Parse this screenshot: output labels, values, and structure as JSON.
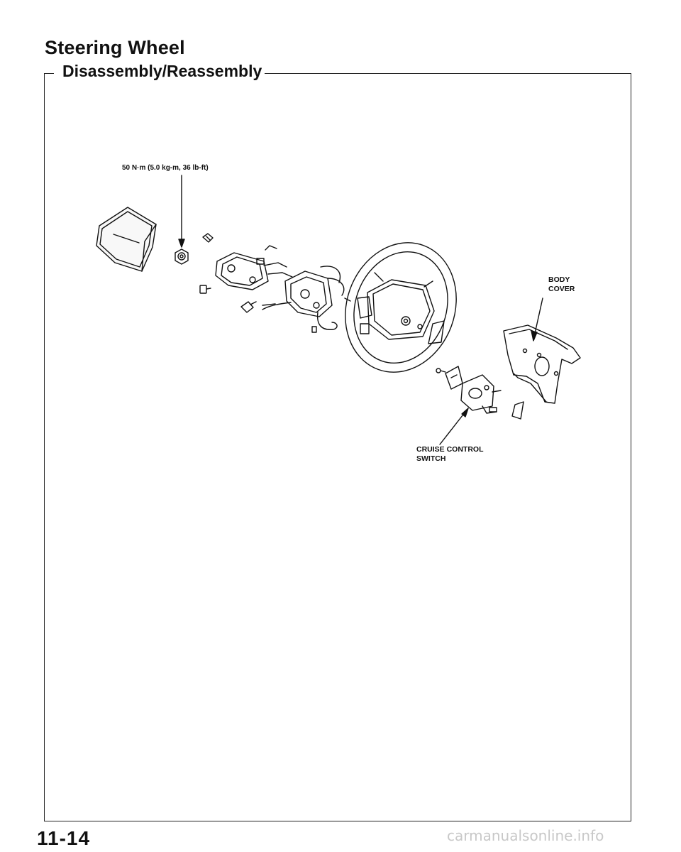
{
  "page": {
    "title": "Steering Wheel",
    "section": "Disassembly/Reassembly",
    "page_number": "11-14",
    "footer": "carmanualsonline.info"
  },
  "callouts": {
    "torque_spec": "50 N·m (5.0 kg-m, 36 lb-ft)",
    "body_cover": [
      "BODY",
      "COVER"
    ],
    "cruise_switch": [
      "CRUISE CONTROL",
      "SWITCH"
    ]
  },
  "colors": {
    "ink": "#111111",
    "frame": "#222222",
    "watermark": "#c8c8c8"
  }
}
